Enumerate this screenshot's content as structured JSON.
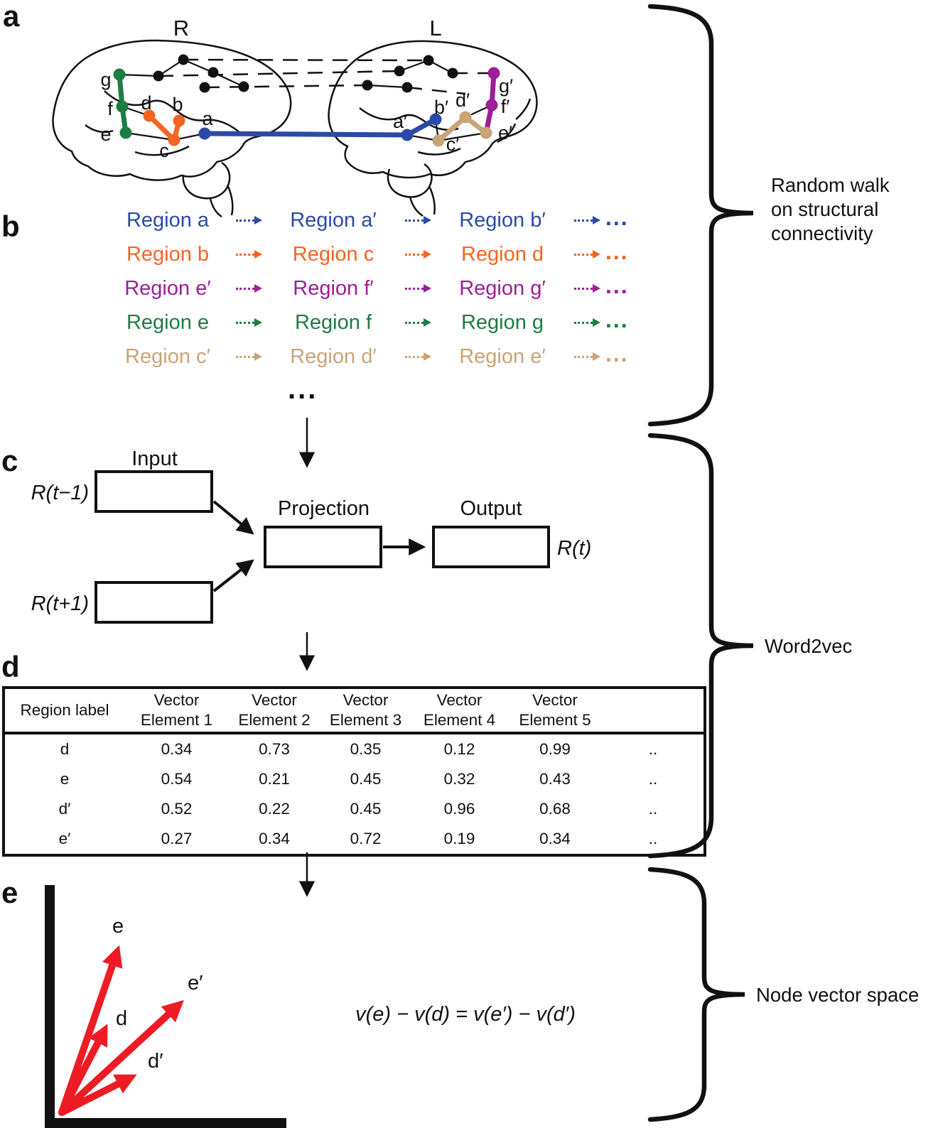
{
  "panel_labels": {
    "a": "a",
    "b": "b",
    "c": "c",
    "d": "d",
    "e": "e"
  },
  "colors": {
    "walk_blue": "#2b4aa5",
    "walk_orange": "#f26522",
    "walk_purple": "#9b1f96",
    "walk_green": "#1b7d40",
    "walk_tan": "#c8a478",
    "vector_red": "#ed1c24",
    "line_black": "#111111"
  },
  "panel_a": {
    "hemisphere_right": "R",
    "hemisphere_left": "L",
    "nodes": {
      "g": "g",
      "f": "f",
      "e": "e",
      "d": "d",
      "b": "b",
      "c": "c",
      "a": "a",
      "a2": "a′",
      "b2": "b′",
      "c2": "c′",
      "d2": "d′",
      "e2": "e′",
      "f2": "f′",
      "g2": "g′"
    }
  },
  "panel_b": {
    "rows": [
      {
        "color": "#2b4aa5",
        "steps": [
          "Region a",
          "Region a′",
          "Region b′"
        ],
        "ellipsis": "..."
      },
      {
        "color": "#f26522",
        "steps": [
          "Region b",
          "Region c",
          "Region d"
        ],
        "ellipsis": "..."
      },
      {
        "color": "#9b1f96",
        "steps": [
          "Region e′",
          "Region f′",
          "Region g′"
        ],
        "ellipsis": "..."
      },
      {
        "color": "#1b7d40",
        "steps": [
          "Region e",
          "Region f",
          "Region g"
        ],
        "ellipsis": "..."
      },
      {
        "color": "#c8a478",
        "steps": [
          "Region c′",
          "Region d′",
          "Region e′"
        ],
        "ellipsis": "..."
      }
    ],
    "more": "..."
  },
  "panel_c": {
    "input_label": "Input",
    "projection_label": "Projection",
    "output_label": "Output",
    "r_prev": "R(t−1)",
    "r_next": "R(t+1)",
    "r_t": "R(t)"
  },
  "panel_d": {
    "header_region": "Region label",
    "headers": [
      "Vector\nElement 1",
      "Vector\nElement 2",
      "Vector\nElement 3",
      "Vector\nElement 4",
      "Vector\nElement 5"
    ],
    "rows": [
      {
        "label": "d",
        "values": [
          "0.34",
          "0.73",
          "0.35",
          "0.12",
          "0.99"
        ],
        "more": ".."
      },
      {
        "label": "e",
        "values": [
          "0.54",
          "0.21",
          "0.45",
          "0.32",
          "0.43"
        ],
        "more": ".."
      },
      {
        "label": "d′",
        "values": [
          "0.52",
          "0.22",
          "0.45",
          "0.96",
          "0.68"
        ],
        "more": ".."
      },
      {
        "label": "e′",
        "values": [
          "0.27",
          "0.34",
          "0.72",
          "0.19",
          "0.34"
        ],
        "more": ".."
      }
    ]
  },
  "panel_e": {
    "vector_labels": {
      "e": "e",
      "e2": "e′",
      "d": "d",
      "d2": "d′"
    },
    "equation": "v(e) − v(d) = v(e′) − v(d′)"
  },
  "braces": {
    "random_walk": "Random walk\non structural\nconnectivity",
    "word2vec": "Word2vec",
    "node_vector_space": "Node vector space"
  }
}
